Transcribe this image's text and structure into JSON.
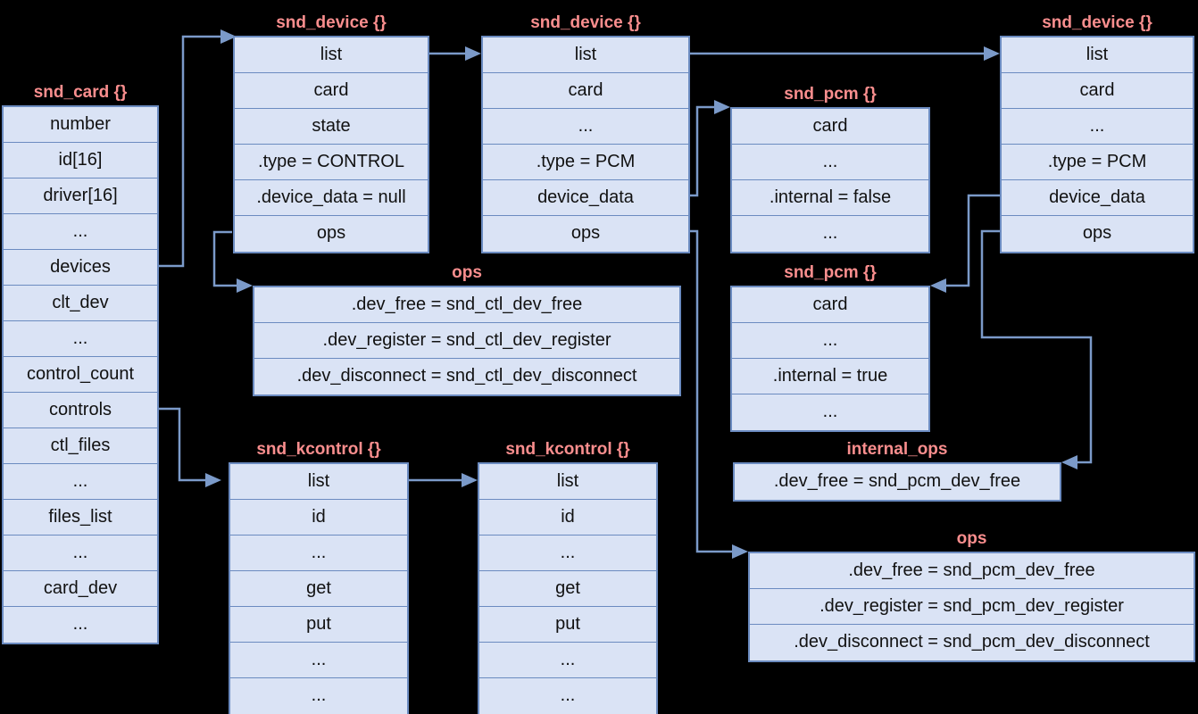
{
  "diagram": {
    "title": "ALSA snd_card / snd_device / snd_pcm / snd_kcontrol structure relationships",
    "palette": {
      "background": "#000000",
      "box_fill": "#dae3f5",
      "box_border": "#6b8bc0",
      "title_color": "#fa8e8e",
      "arrow_color": "#7b9ac9",
      "text_color": "#111111"
    },
    "structs": [
      {
        "id": "snd-card",
        "title": "snd_card {}",
        "rows": [
          "number",
          "id[16]",
          "driver[16]",
          "...",
          "devices",
          "clt_dev",
          "...",
          "control_count",
          "controls",
          "ctl_files",
          "...",
          "files_list",
          "...",
          "card_dev",
          "..."
        ]
      },
      {
        "id": "snd-device-control",
        "title": "snd_device {}",
        "rows": [
          "list",
          "card",
          "state",
          ".type = CONTROL",
          ".device_data = null",
          "ops"
        ]
      },
      {
        "id": "snd-device-pcm-1",
        "title": "snd_device {}",
        "rows": [
          "list",
          "card",
          "...",
          ".type = PCM",
          "device_data",
          "ops"
        ]
      },
      {
        "id": "snd-device-pcm-2",
        "title": "snd_device {}",
        "rows": [
          "list",
          "card",
          "...",
          ".type = PCM",
          "device_data",
          "ops"
        ]
      },
      {
        "id": "ctl-ops",
        "title": "ops",
        "rows": [
          ".dev_free = snd_ctl_dev_free",
          ".dev_register = snd_ctl_dev_register",
          ".dev_disconnect = snd_ctl_dev_disconnect"
        ]
      },
      {
        "id": "snd-pcm-external",
        "title": "snd_pcm {}",
        "rows": [
          "card",
          "...",
          ".internal = false",
          "..."
        ]
      },
      {
        "id": "snd-pcm-internal",
        "title": "snd_pcm {}",
        "rows": [
          "card",
          "...",
          ".internal = true",
          "..."
        ]
      },
      {
        "id": "internal-ops",
        "title": "internal_ops",
        "rows": [
          ".dev_free = snd_pcm_dev_free"
        ]
      },
      {
        "id": "pcm-ops",
        "title": "ops",
        "rows": [
          ".dev_free = snd_pcm_dev_free",
          ".dev_register = snd_pcm_dev_register",
          ".dev_disconnect = snd_pcm_dev_disconnect"
        ]
      },
      {
        "id": "snd-kcontrol-1",
        "title": "snd_kcontrol {}",
        "rows": [
          "list",
          "id",
          "...",
          "get",
          "put",
          "...",
          "..."
        ]
      },
      {
        "id": "snd-kcontrol-2",
        "title": "snd_kcontrol {}",
        "rows": [
          "list",
          "id",
          "...",
          "get",
          "put",
          "...",
          "..."
        ]
      }
    ],
    "connections": [
      {
        "from": "snd_card.devices",
        "to": "snd_device(CONTROL).list"
      },
      {
        "from": "snd_device(CONTROL).list",
        "to": "snd_device(PCM #1).list"
      },
      {
        "from": "snd_device(CONTROL).ops",
        "to": "ops (snd_ctl)"
      },
      {
        "from": "snd_device(PCM #1).list",
        "to": "snd_device(PCM #2).list"
      },
      {
        "from": "snd_device(PCM #1).device_data",
        "to": "snd_pcm (.internal = false)"
      },
      {
        "from": "snd_device(PCM #1).ops",
        "to": "ops (snd_pcm)"
      },
      {
        "from": "snd_device(PCM #2).device_data",
        "to": "snd_pcm (.internal = true)"
      },
      {
        "from": "snd_device(PCM #2).ops",
        "to": "internal_ops"
      },
      {
        "from": "snd_card.controls",
        "to": "snd_kcontrol #1.list"
      },
      {
        "from": "snd_kcontrol #1.list",
        "to": "snd_kcontrol #2.list"
      }
    ]
  }
}
